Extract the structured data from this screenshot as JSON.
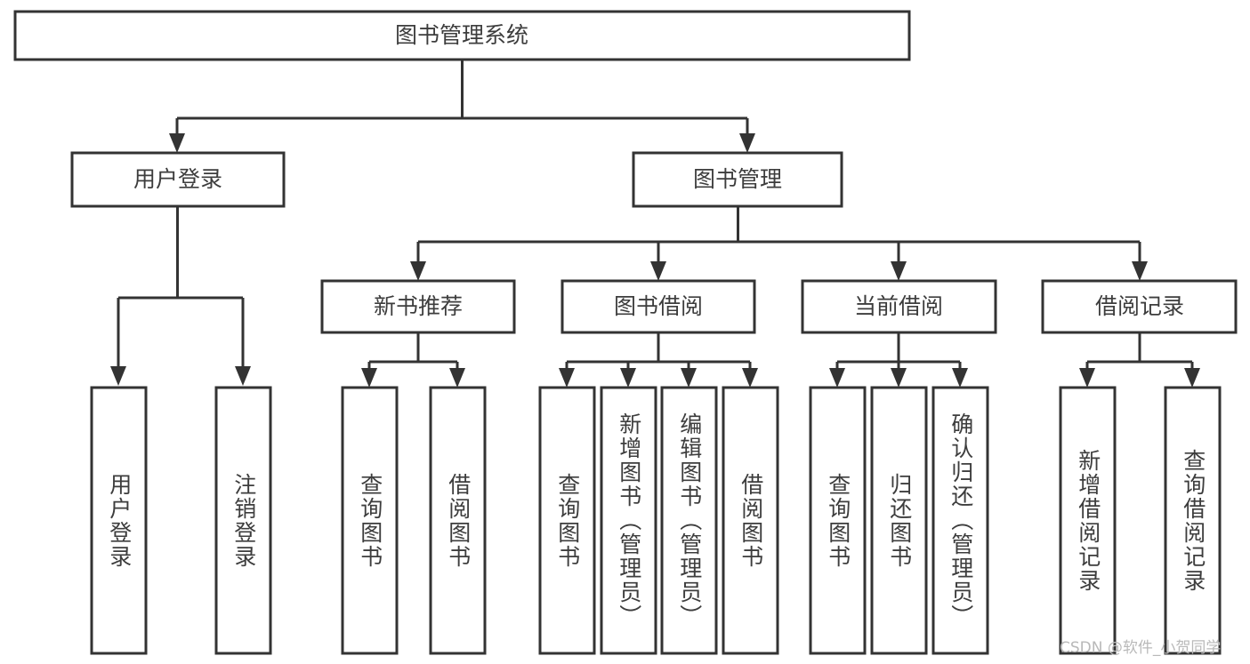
{
  "diagram": {
    "title": "图书管理系统",
    "type": "tree-hierarchy-diagram",
    "colors": {
      "background": "#ffffff",
      "box_fill": "#ffffff",
      "box_stroke": "#333333",
      "text": "#3d3d3d",
      "watermark": "#b9b9b9"
    },
    "root": {
      "label": "图书管理系统"
    },
    "level2": [
      {
        "label": "用户登录"
      },
      {
        "label": "图书管理"
      }
    ],
    "level3": [
      {
        "label": "新书推荐"
      },
      {
        "label": "图书借阅"
      },
      {
        "label": "当前借阅"
      },
      {
        "label": "借阅记录"
      }
    ],
    "leaves": {
      "user_login": [
        {
          "label": "用户登录"
        },
        {
          "label": "注销登录"
        }
      ],
      "new_book_recommend": [
        {
          "label": "查询图书"
        },
        {
          "label": "借阅图书"
        }
      ],
      "book_borrow": [
        {
          "label": "查询图书"
        },
        {
          "label": "新增图书（管理员）"
        },
        {
          "label": "编辑图书（管理员）"
        },
        {
          "label": "借阅图书"
        }
      ],
      "current_borrow": [
        {
          "label": "查询图书"
        },
        {
          "label": "归还图书"
        },
        {
          "label": "确认归还（管理员）"
        }
      ],
      "borrow_record": [
        {
          "label": "新增借阅记录"
        },
        {
          "label": "查询借阅记录"
        }
      ]
    },
    "watermark": "CSDN @软件_小贺同学"
  }
}
